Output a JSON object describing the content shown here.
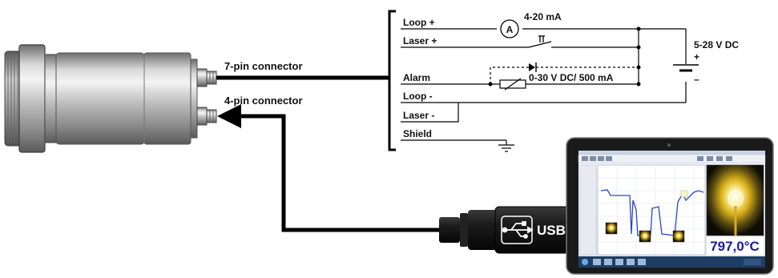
{
  "connectors": {
    "seven_pin": "7-pin connector",
    "four_pin": "4-pin connector"
  },
  "terminals": {
    "loop_plus": "Loop +",
    "laser_plus": "Laser +",
    "alarm": "Alarm",
    "loop_minus": "Loop -",
    "laser_minus": "Laser -",
    "shield": "Shield"
  },
  "circuit": {
    "ammeter_symbol": "A",
    "current_range": "4-20 mA",
    "alarm_rating": "0-30 V DC/ 500 mA",
    "supply_voltage": "5-28 V DC",
    "supply_plus": "+",
    "supply_minus": "–"
  },
  "usb_plug": {
    "label": "USB"
  },
  "tablet": {
    "temperature_readout": "797,0°C"
  },
  "colors": {
    "wire": "#000000",
    "temperature_text": "#1a1aa0",
    "sensor_body": "#b9b9b9",
    "usb_plug": "#141414"
  }
}
